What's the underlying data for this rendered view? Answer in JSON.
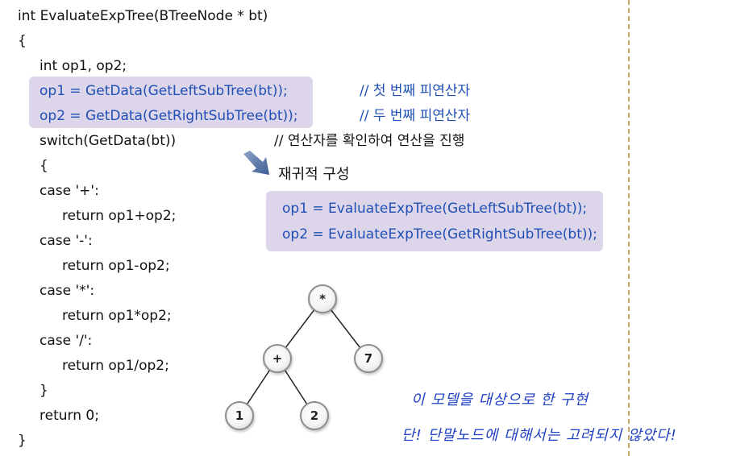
{
  "code": {
    "signature": "int EvaluateExpTree(BTreeNode * bt)",
    "open_brace": "{",
    "decl": "int op1, op2;",
    "op1_line": "op1 = GetData(GetLeftSubTree(bt));",
    "op2_line": "op2 = GetData(GetRightSubTree(bt));",
    "switch_line": "switch(GetData(bt))",
    "switch_open": "{",
    "case_plus": "case '+':",
    "ret_plus": "return op1+op2;",
    "case_minus": "case '-':",
    "ret_minus": "return op1-op2;",
    "case_mul": "case '*':",
    "ret_mul": "return op1*op2;",
    "case_div": "case '/':",
    "ret_div": "return op1/op2;",
    "switch_close": "}",
    "ret_zero": "return 0;",
    "close_brace": "}"
  },
  "comments": {
    "first": "// 첫 번째 피연산자",
    "second": "// 두 번째 피연산자",
    "switch": "// 연산자를 확인하여 연산을 진행"
  },
  "recursive": {
    "title": "재귀적 구성",
    "line1": "op1 = EvaluateExpTree(GetLeftSubTree(bt));",
    "line2": "op2 = EvaluateExpTree(GetRightSubTree(bt));"
  },
  "tree": {
    "root": "*",
    "left": "+",
    "right": "7",
    "left_left": "1",
    "left_right": "2"
  },
  "note": {
    "line1": "이 모델을 대상으로 한 구현",
    "line2": "단! 단말노드에 대해서는 고려되지 않았다!"
  },
  "colors": {
    "highlight": "#ddd6ea",
    "code_blue": "#1f4fb5",
    "handwriting": "#1f3fc4",
    "divider": "#c7a86a"
  }
}
